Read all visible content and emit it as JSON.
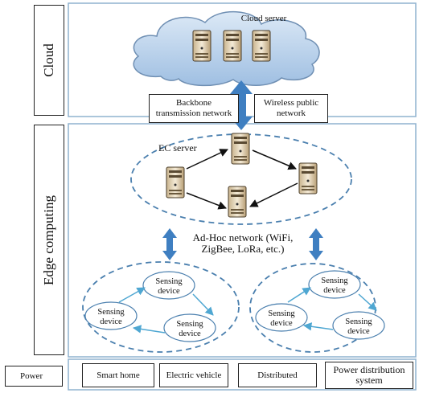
{
  "layers": {
    "cloud": "Cloud",
    "edge": "Edge computing"
  },
  "cloud_server": "Cloud server",
  "network_labels": {
    "backbone": "Backbone\ntransmission network",
    "wireless": "Wireless public\nnetwork"
  },
  "ec_server": "EC server",
  "adhoc": "Ad-Hoc network (WiFi,\nZigBee, LoRa, etc.)",
  "sensing_device": "Sensing\ndevice",
  "bottom": {
    "power": "Power",
    "smart_home": "Smart home",
    "electric_vehicle": "Electric vehicle",
    "distributed": "Distributed",
    "power_distribution": "Power distribution\nsystem"
  },
  "colors": {
    "frame_border": "#8fb2cf",
    "cloud_fill": "#b9d2ec",
    "arrow_blue": "#3f7fc1",
    "dashed_border": "#4a7fae",
    "sensing_arrow": "#4fa7d2"
  },
  "icons": [
    "server-icon"
  ]
}
